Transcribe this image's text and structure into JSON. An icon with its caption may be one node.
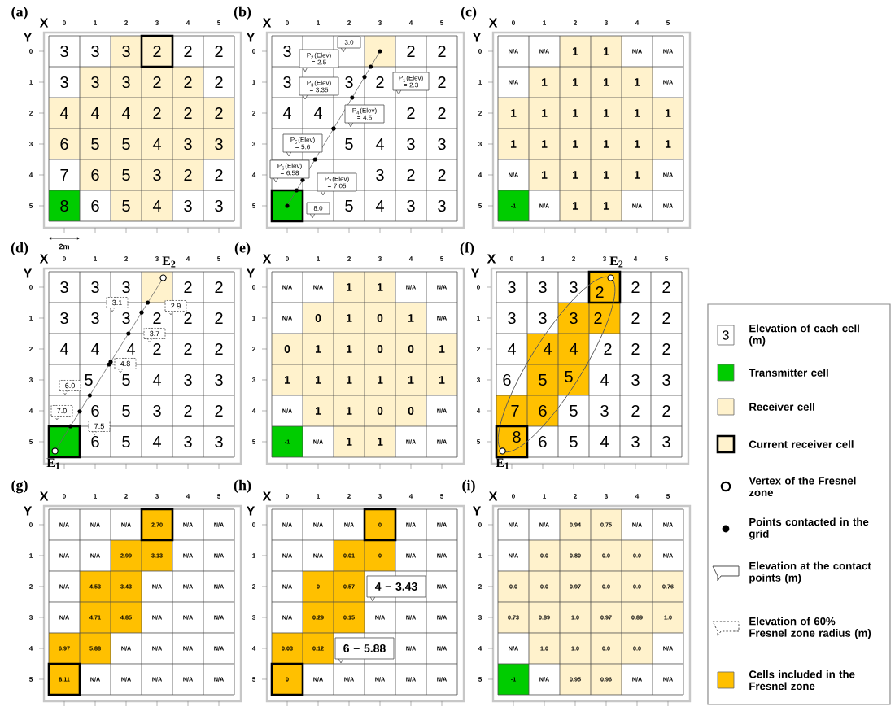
{
  "diagram": {
    "labels": [
      "(a)",
      "X",
      "0",
      "1",
      "2",
      "3",
      "4",
      "5",
      "Y",
      "0",
      "1",
      "2",
      "3",
      "4",
      "5",
      "3",
      "3",
      "3",
      "2",
      "2",
      "2",
      "3",
      "3",
      "3",
      "2",
      "2",
      "2",
      "4",
      "4",
      "4",
      "2",
      "2",
      "2",
      "6",
      "5",
      "5",
      "4",
      "3",
      "3",
      "7",
      "6",
      "5",
      "3",
      "2",
      "2",
      "8",
      "6",
      "5",
      "4",
      "3",
      "3",
      "(b)",
      "X",
      "0",
      "1",
      "2",
      "3",
      "4",
      "5",
      "Y",
      "0",
      "1",
      "2",
      "3",
      "4",
      "5",
      "3",
      "2",
      "2",
      "3",
      "3",
      "2",
      "2",
      "4",
      "4",
      "2",
      "2",
      "5",
      "4",
      "3",
      "3",
      "3",
      "2",
      "2",
      "5",
      "4",
      "3",
      "3",
      "3.0",
      "P$_{2}$(Elev) = 2.5",
      "P$_{3}$(Elev) = 3.35",
      "P$_{1}$(Elev) = 2.3",
      "P$_{4}$(Elev) = 4.5",
      "P$_{5}$(Elev) = 5.6",
      "P$_{6}$(Elev) = 6.58",
      "P$_{7}$(Elev) = 7.05",
      "8.0",
      "(c)",
      "X",
      "0",
      "1",
      "2",
      "3",
      "4",
      "5",
      "Y",
      "0",
      "1",
      "2",
      "3",
      "4",
      "5",
      "N/A",
      "N/A",
      "1",
      "1",
      "N/A",
      "N/A",
      "N/A",
      "1",
      "1",
      "1",
      "1",
      "N/A",
      "1",
      "1",
      "1",
      "1",
      "1",
      "1",
      "1",
      "1",
      "1",
      "1",
      "1",
      "1",
      "N/A",
      "1",
      "1",
      "1",
      "1",
      "N/A",
      "-1",
      "N/A",
      "1",
      "1",
      "N/A",
      "N/A",
      "2m",
      "(d)",
      "X",
      "0",
      "1",
      "2",
      "3",
      "4",
      "5",
      "Y",
      "0",
      "1",
      "2",
      "3",
      "4",
      "5",
      "3",
      "3",
      "3",
      "2",
      "2",
      "3",
      "3",
      "3",
      "2",
      "2",
      "2",
      "4",
      "4",
      "4",
      "2",
      "2",
      "2",
      "5",
      "5",
      "4",
      "3",
      "3",
      "6",
      "5",
      "3",
      "2",
      "2",
      "6",
      "5",
      "4",
      "3",
      "3",
      "3.1",
      "2.9",
      "3.7",
      "4.8",
      "6.0",
      "7.0",
      "7.5",
      "E$_{2}$",
      "E$_{1}$",
      "(e)",
      "X",
      "0",
      "1",
      "2",
      "3",
      "4",
      "5",
      "Y",
      "0",
      "1",
      "2",
      "3",
      "4",
      "5",
      "N/A",
      "N/A",
      "1",
      "1",
      "N/A",
      "N/A",
      "N/A",
      "0",
      "1",
      "0",
      "1",
      "N/A",
      "0",
      "1",
      "1",
      "0",
      "0",
      "1",
      "1",
      "1",
      "1",
      "1",
      "1",
      "1",
      "N/A",
      "1",
      "1",
      "0",
      "0",
      "N/A",
      "-1",
      "N/A",
      "1",
      "1",
      "N/A",
      "N/A",
      "(f)",
      "X",
      "0",
      "1",
      "2",
      "3",
      "4",
      "5",
      "Y",
      "0",
      "1",
      "2",
      "3",
      "4",
      "5",
      "3",
      "3",
      "3",
      "2",
      "2",
      "2",
      "3",
      "3",
      "3",
      "2",
      "2",
      "2",
      "4",
      "4",
      "4",
      "2",
      "2",
      "2",
      "6",
      "5",
      "5",
      "4",
      "3",
      "3",
      "7",
      "6",
      "5",
      "3",
      "2",
      "2",
      "8",
      "6",
      "5",
      "4",
      "3",
      "3",
      "E$_{2}$",
      "E$_{1}$",
      "(g)",
      "X",
      "0",
      "1",
      "2",
      "3",
      "4",
      "5",
      "Y",
      "0",
      "1",
      "2",
      "3",
      "4",
      "5",
      "N/A",
      "N/A",
      "N/A",
      "2.70",
      "N/A",
      "N/A",
      "N/A",
      "N/A",
      "2.99",
      "3.13",
      "N/A",
      "N/A",
      "N/A",
      "4.53",
      "3.43",
      "N/A",
      "N/A",
      "N/A",
      "N/A",
      "4.71",
      "4.85",
      "N/A",
      "N/A",
      "N/A",
      "6.97",
      "5.88",
      "N/A",
      "N/A",
      "N/A",
      "N/A",
      "8.11",
      "N/A",
      "N/A",
      "N/A",
      "N/A",
      "N/A",
      "(h)",
      "X",
      "0",
      "1",
      "2",
      "3",
      "4",
      "5",
      "Y",
      "0",
      "1",
      "2",
      "3",
      "4",
      "5",
      "N/A",
      "N/A",
      "N/A",
      "0",
      "N/A",
      "N/A",
      "N/A",
      "N/A",
      "0.01",
      "0",
      "N/A",
      "N/A",
      "N/A",
      "0",
      "0.57",
      "N/A",
      "N/A",
      "0.29",
      "0.15",
      "N/A",
      "N/A",
      "N/A",
      "0.03",
      "0.12",
      "N/A",
      "N/A",
      "0",
      "N/A",
      "N/A",
      "N/A",
      "N/A",
      "N/A",
      "4 − 3.43",
      "6 − 5.88",
      "(i)",
      "X",
      "0",
      "1",
      "2",
      "3",
      "4",
      "5",
      "Y",
      "0",
      "1",
      "2",
      "3",
      "4",
      "5",
      "N/A",
      "N/A",
      "0.94",
      "0.75",
      "N/A",
      "N/A",
      "N/A",
      "0.0",
      "0.80",
      "0.0",
      "0.0",
      "N/A",
      "0.0",
      "0.0",
      "0.97",
      "0.0",
      "0.0",
      "0.76",
      "0.73",
      "0.89",
      "1.0",
      "0.97",
      "0.89",
      "1.0",
      "N/A",
      "1.0",
      "1.0",
      "0.0",
      "0.0",
      "N/A",
      "-1",
      "N/A",
      "0.95",
      "0.96",
      "N/A",
      "N/A",
      "3"
    ],
    "legend": [
      {
        "text": "Elevation of each cell (m)"
      },
      {
        "text": "Transmitter cell",
        "color": "#00cc00"
      },
      {
        "text": "Receiver cell",
        "color": "#fff2cc"
      },
      {
        "text": "Current receiver cell"
      },
      {
        "text": "Vertex of the Fresnel zone"
      },
      {
        "text": "Points contacted in the grid"
      },
      {
        "text": "Elevation at the contact points (m)"
      },
      {
        "text": "Elevation of 60% Fresnel zone radius (m)"
      },
      {
        "text": "Cells included in the Fresnel zone",
        "color": "#ffc000"
      }
    ]
  }
}
